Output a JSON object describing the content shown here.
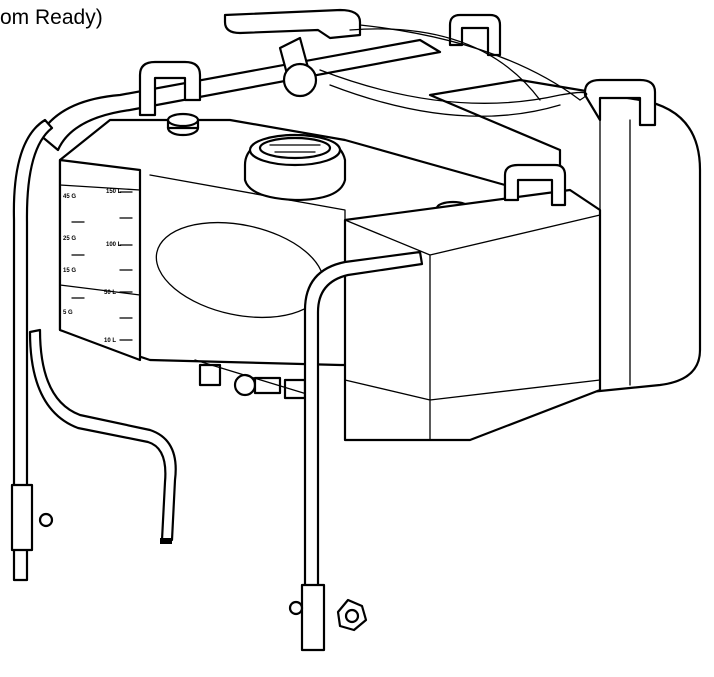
{
  "caption": "om Ready)",
  "tank_scale": {
    "gallon_marks": [
      "45 G",
      "25 G",
      "15 G",
      "5 G"
    ],
    "liter_marks": [
      "150 L",
      "100 L",
      "50 L",
      "10 L"
    ]
  }
}
